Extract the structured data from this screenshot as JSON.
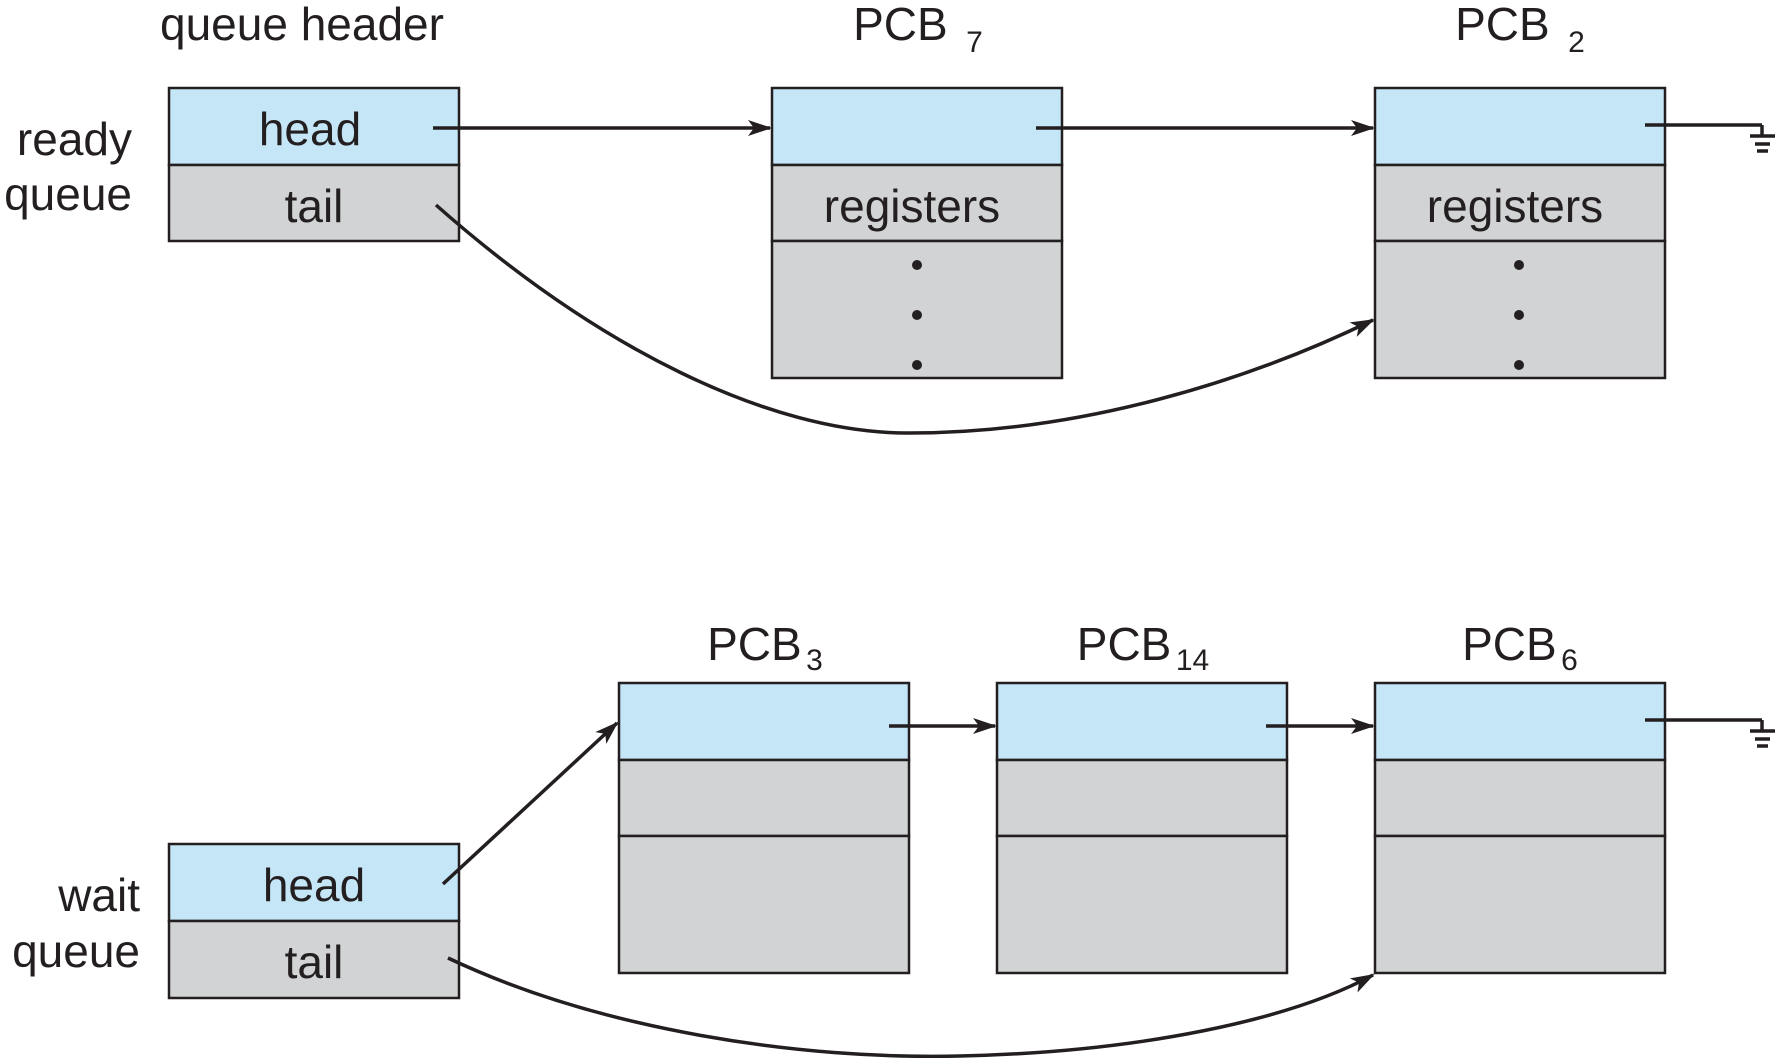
{
  "ready_queue": {
    "label_line1": "ready",
    "label_line2": "queue",
    "header_title": "queue header",
    "head_label": "head",
    "tail_label": "tail",
    "pcbs": [
      {
        "base": "PCB",
        "sub": "7",
        "registers_label": "registers",
        "ellipsis": "•\n•\n•"
      },
      {
        "base": "PCB",
        "sub": "2",
        "registers_label": "registers",
        "ellipsis": "•\n•\n•"
      }
    ]
  },
  "wait_queue": {
    "label_line1": "wait",
    "label_line2": "queue",
    "head_label": "head",
    "tail_label": "tail",
    "pcbs": [
      {
        "base": "PCB",
        "sub": "3"
      },
      {
        "base": "PCB",
        "sub": "14"
      },
      {
        "base": "PCB",
        "sub": "6"
      }
    ]
  },
  "colors": {
    "pointer_cell": "#c5e6f6",
    "data_cell": "#d1d3d4",
    "ink": "#231f20"
  },
  "icons": [
    "null-pointer-ground-icon"
  ]
}
